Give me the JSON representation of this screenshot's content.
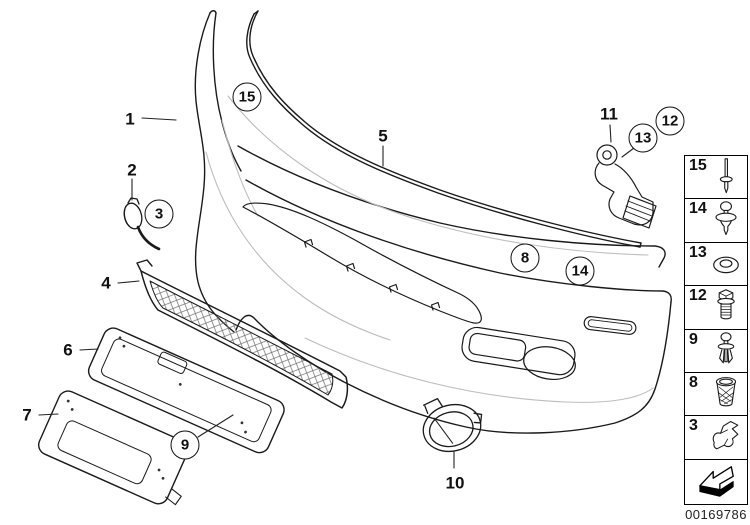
{
  "figure": {
    "doc_number": "00169786"
  },
  "callouts": {
    "plain": [
      {
        "label": "1"
      },
      {
        "label": "2"
      },
      {
        "label": "4"
      },
      {
        "label": "5"
      },
      {
        "label": "6"
      },
      {
        "label": "7"
      },
      {
        "label": "10"
      },
      {
        "label": "11"
      }
    ],
    "circled": [
      {
        "label": "15"
      },
      {
        "label": "3"
      },
      {
        "label": "8"
      },
      {
        "label": "14"
      },
      {
        "label": "13"
      },
      {
        "label": "12"
      },
      {
        "label": "9"
      }
    ]
  },
  "sidebar": {
    "items": [
      {
        "number": "15",
        "icon": "expansion-rivet-icon"
      },
      {
        "number": "14",
        "icon": "push-rivet-icon"
      },
      {
        "number": "13",
        "icon": "washer-icon"
      },
      {
        "number": "12",
        "icon": "hex-bolt-icon"
      },
      {
        "number": "9",
        "icon": "expanding-clip-icon"
      },
      {
        "number": "8",
        "icon": "knurled-expanding-nut-icon"
      },
      {
        "number": "3",
        "icon": "bracket-icon"
      }
    ],
    "colors": {
      "line": "#1a1a1a",
      "crease": "#bdbdbd"
    }
  }
}
